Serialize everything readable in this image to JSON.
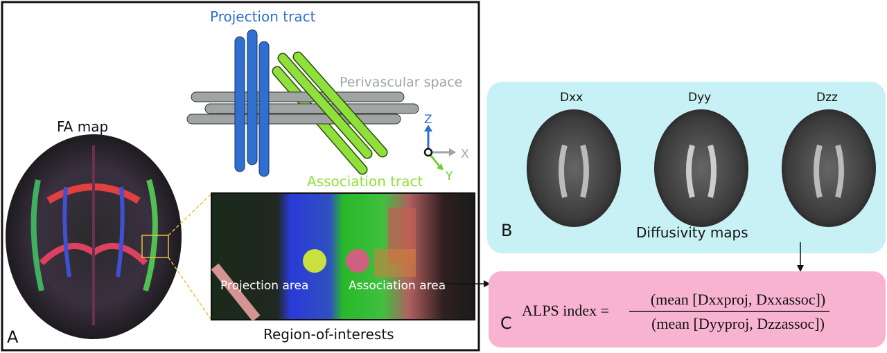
{
  "panel_a": {
    "letter": "A",
    "fa_map_label": "FA map",
    "projection_tract_label": "Projection tract",
    "perivascular_label": "Perivascular space",
    "association_tract_label": "Association tract",
    "axes": {
      "z": "Z",
      "x": "X",
      "y": "Y"
    },
    "projection_area_label": "Projection area",
    "association_area_label": "Association area",
    "roi_caption": "Region-of-interests"
  },
  "panel_b": {
    "letter": "B",
    "maps": [
      "Dxx",
      "Dyy",
      "Dzz"
    ],
    "caption": "Diffusivity maps"
  },
  "panel_c": {
    "letter": "C",
    "lhs": "ALPS index =",
    "numerator": "(mean [Dxxproj, Dxxassoc])",
    "denominator": "(mean [Dyyproj, Dzzassoc])"
  },
  "colors": {
    "projection": "#2f6fd0",
    "association": "#8fe03a",
    "perivascular": "#a0a4a4",
    "panel_b_bg": "#c8f1f6",
    "panel_c_bg": "#f7b3cf"
  }
}
